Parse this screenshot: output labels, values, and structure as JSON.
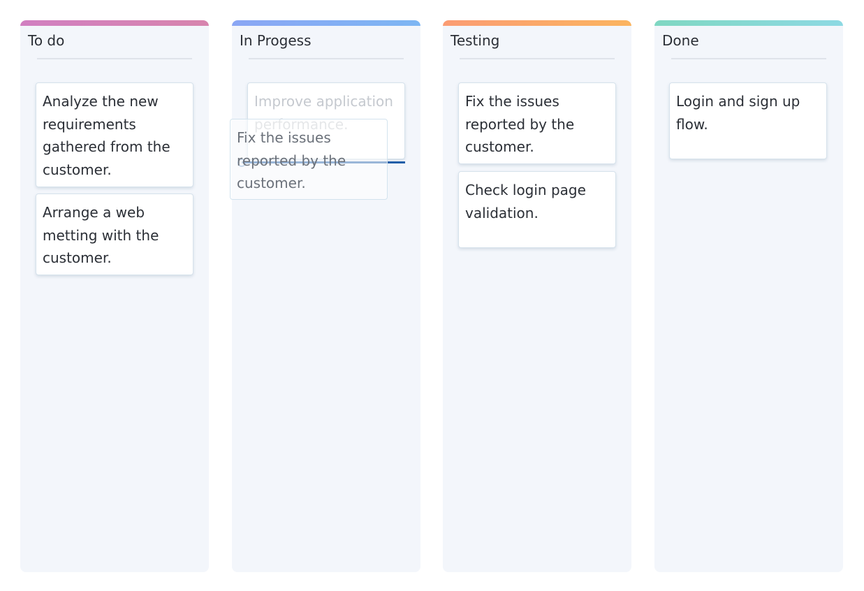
{
  "columns": [
    {
      "title": "To do",
      "accent": [
        "#d17fc1",
        "#d784ad"
      ],
      "cards": [
        {
          "text": "Analyze the new requirements gathered from the customer."
        },
        {
          "text": "Arrange a web metting with the customer."
        }
      ]
    },
    {
      "title": "In Progess",
      "accent": [
        "#8aa6f4",
        "#7db6f3"
      ],
      "cards": [
        {
          "text": "Improve application performance."
        }
      ]
    },
    {
      "title": "Testing",
      "accent": [
        "#fb9c73",
        "#fbb45f"
      ],
      "cards": [
        {
          "text": "Fix the issues reported by the customer."
        },
        {
          "text": "Check login page validation."
        }
      ]
    },
    {
      "title": "Done",
      "accent": [
        "#7fd7c2",
        "#8dd9e3"
      ],
      "cards": [
        {
          "text": "Login and sign up flow."
        }
      ]
    }
  ],
  "drag": {
    "text": "Fix the issues reported by the customer.",
    "target_column": "In Progess",
    "indicator_color": "#1f5ea8"
  }
}
